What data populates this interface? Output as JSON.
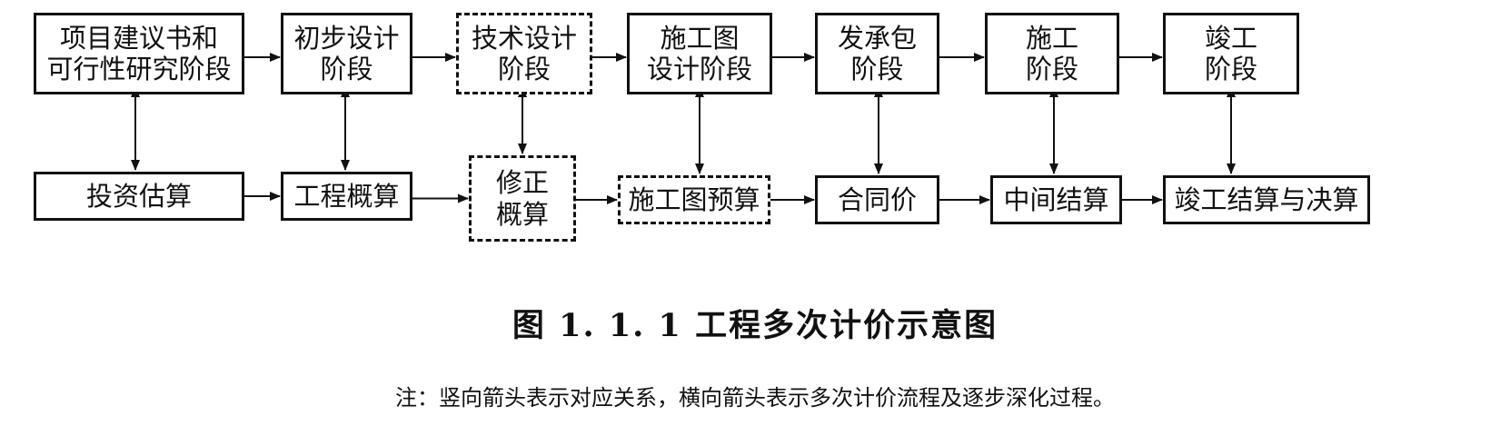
{
  "top_row": [
    {
      "label": "项目建议书和\n可行性研究阶段",
      "style": "solid"
    },
    {
      "label": "初步设计\n阶段",
      "style": "solid"
    },
    {
      "label": "技术设计\n阶段",
      "style": "dashed"
    },
    {
      "label": "施工图\n设计阶段",
      "style": "solid"
    },
    {
      "label": "发承包\n阶段",
      "style": "solid"
    },
    {
      "label": "施工\n阶段",
      "style": "solid"
    },
    {
      "label": "竣工\n阶段",
      "style": "solid"
    }
  ],
  "bottom_row": [
    {
      "label": "投资估算",
      "style": "solid"
    },
    {
      "label": "工程概算",
      "style": "solid"
    },
    {
      "label": "修正\n概算",
      "style": "dashed"
    },
    {
      "label": "施工图预算",
      "style": "dashed"
    },
    {
      "label": "合同价",
      "style": "solid"
    },
    {
      "label": "中间结算",
      "style": "solid"
    },
    {
      "label": "竣工结算与决算",
      "style": "solid"
    }
  ],
  "caption": "图 1. 1. 1   工程多次计价示意图",
  "note": "注：竖向箭头表示对应关系，横向箭头表示多次计价流程及逐步深化过程。",
  "colors": {
    "line": "#111111",
    "background": "#ffffff"
  }
}
